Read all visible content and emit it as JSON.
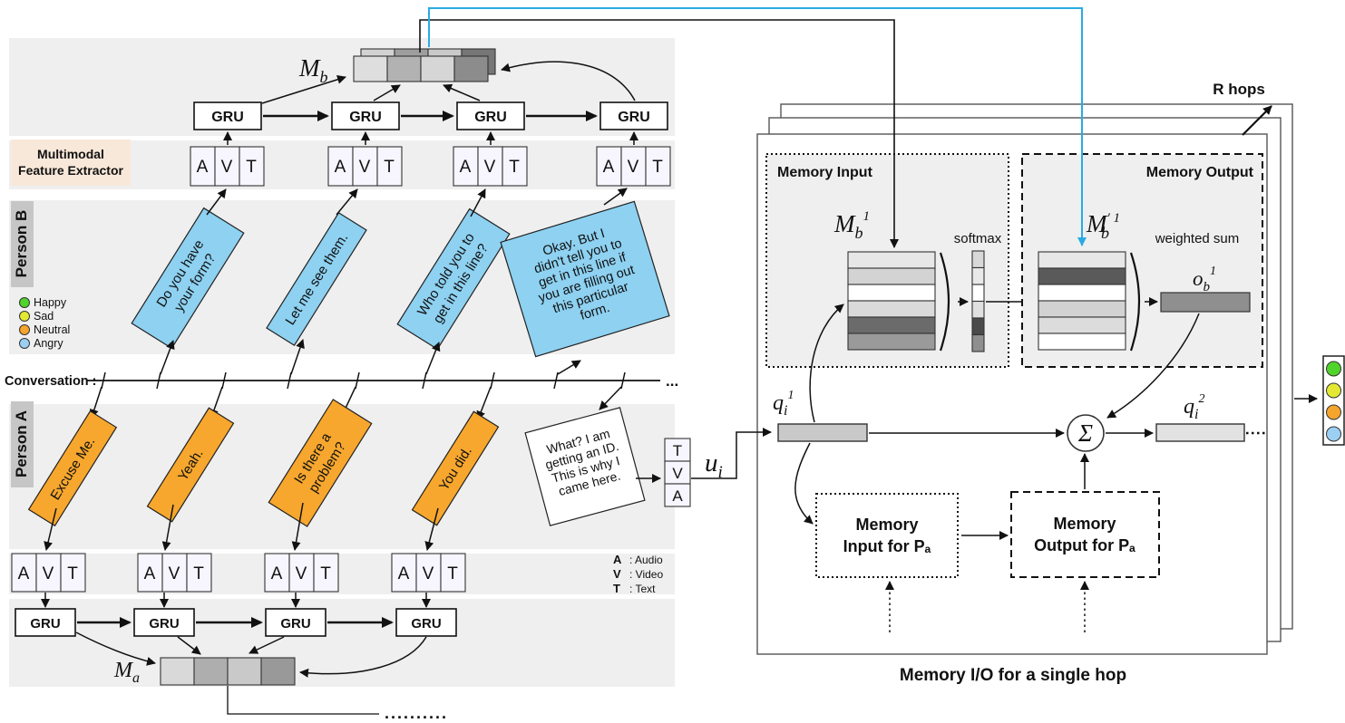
{
  "diagram": {
    "feature_extractor": {
      "line1": "Multimodal",
      "line2": "Feature Extractor"
    },
    "person_b": {
      "label": "Person B",
      "utterances": [
        {
          "lines": [
            "Do you have",
            "your form?"
          ]
        },
        {
          "lines": [
            "Let me see them."
          ]
        },
        {
          "lines": [
            "Who told you to",
            "get in this line?"
          ]
        },
        {
          "lines": [
            "Okay. But I",
            "didn't tell you to",
            "get in this line if",
            "you are filling out",
            "this particular",
            "form."
          ]
        }
      ]
    },
    "person_a": {
      "label": "Person A",
      "utterances": [
        {
          "lines": [
            "Excuse Me."
          ]
        },
        {
          "lines": [
            "Yeah."
          ]
        },
        {
          "lines": [
            "Is there a",
            "problem?"
          ]
        },
        {
          "lines": [
            "You did."
          ]
        },
        {
          "lines": [
            "What? I am",
            "getting an ID.",
            "This is why I",
            "came here."
          ]
        }
      ]
    },
    "conversation": {
      "label": "Conversation :",
      "ellipsis": "...",
      "trail_dots": ".........."
    },
    "gru": "GRU",
    "avt": [
      "A",
      "V",
      "T"
    ],
    "tva": [
      "T",
      "V",
      "A"
    ],
    "modality_legend": [
      {
        "key": "A",
        "desc": ": Audio"
      },
      {
        "key": "V",
        "desc": ": Video"
      },
      {
        "key": "T",
        "desc": ": Text"
      }
    ],
    "emotion_legend": [
      {
        "label": "Happy",
        "color": "#50d32b"
      },
      {
        "label": "Sad",
        "color": "#e3e834"
      },
      {
        "label": "Neutral",
        "color": "#f5a42c"
      },
      {
        "label": "Angry",
        "color": "#9bcff3"
      }
    ],
    "math": {
      "m_b": {
        "base": "M",
        "sub": "b"
      },
      "m_a": {
        "base": "M",
        "sub": "a"
      },
      "u_i": {
        "base": "u",
        "sub": "i"
      },
      "m_b1": {
        "base": "M",
        "sub": "b",
        "sup": "1"
      },
      "m_b1_prime": {
        "base": "M",
        "sup": "′ 1",
        "sub": "b"
      },
      "o_b1": {
        "base": "o",
        "sub": "b",
        "sup": "1"
      },
      "q_i1": {
        "base": "q",
        "sub": "i",
        "sup": "1"
      },
      "q_i2": {
        "base": "q",
        "sub": "i",
        "sup": "2"
      },
      "sigma": "Σ"
    },
    "memory_panel": {
      "r_hops": "R hops",
      "memory_input_title": "Memory Input",
      "memory_output_title": "Memory Output",
      "softmax": "softmax",
      "weighted_sum": "weighted sum",
      "mem_input_pa": {
        "line1": "Memory",
        "line2": "Input for Pₐ"
      },
      "mem_output_pa": {
        "line1": "Memory",
        "line2": "Output for Pₐ"
      },
      "caption": "Memory I/O for a single hop"
    },
    "colors": {
      "band": "#efefef",
      "peach": "#f8e8d9",
      "person_label": "#c6c6c6",
      "blue_utterance": "#8ed1f1",
      "orange_utterance": "#f7a72e",
      "white": "#ffffff",
      "avt_cell": "#f7f5fd",
      "cyan": "#29abe2",
      "q1_bar": "#c9c9c9",
      "q2_bar": "#e2e2e2",
      "o_bar": "#8f8f8f"
    },
    "matrices": {
      "m_b_front": [
        "#dedede",
        "#b2b2b2",
        "#d6d6d6",
        "#8c8c8c"
      ],
      "m_b_back": [
        "#d2d2d2",
        "#9e9e9e",
        "#cacaca",
        "#767676"
      ],
      "m_a": [
        "#d9d9d9",
        "#aeaeae",
        "#c9c9c9",
        "#999999"
      ],
      "m_b1_rows": [
        "#e7e7e7",
        "#d3d3d3",
        "#ffffff",
        "#dadada",
        "#6b6b6b",
        "#9a9a9a"
      ],
      "softmax_cells": [
        "#d8d8d8",
        "#e9e9e9",
        "#ffffff",
        "#e0e0e0",
        "#4a4a4a",
        "#8f8f8f"
      ],
      "m_b1_prime_rows": [
        "#e7e7e7",
        "#5a5a5a",
        "#ffffff",
        "#d2d2d2",
        "#dcdcdc",
        "#ffffff"
      ]
    }
  }
}
